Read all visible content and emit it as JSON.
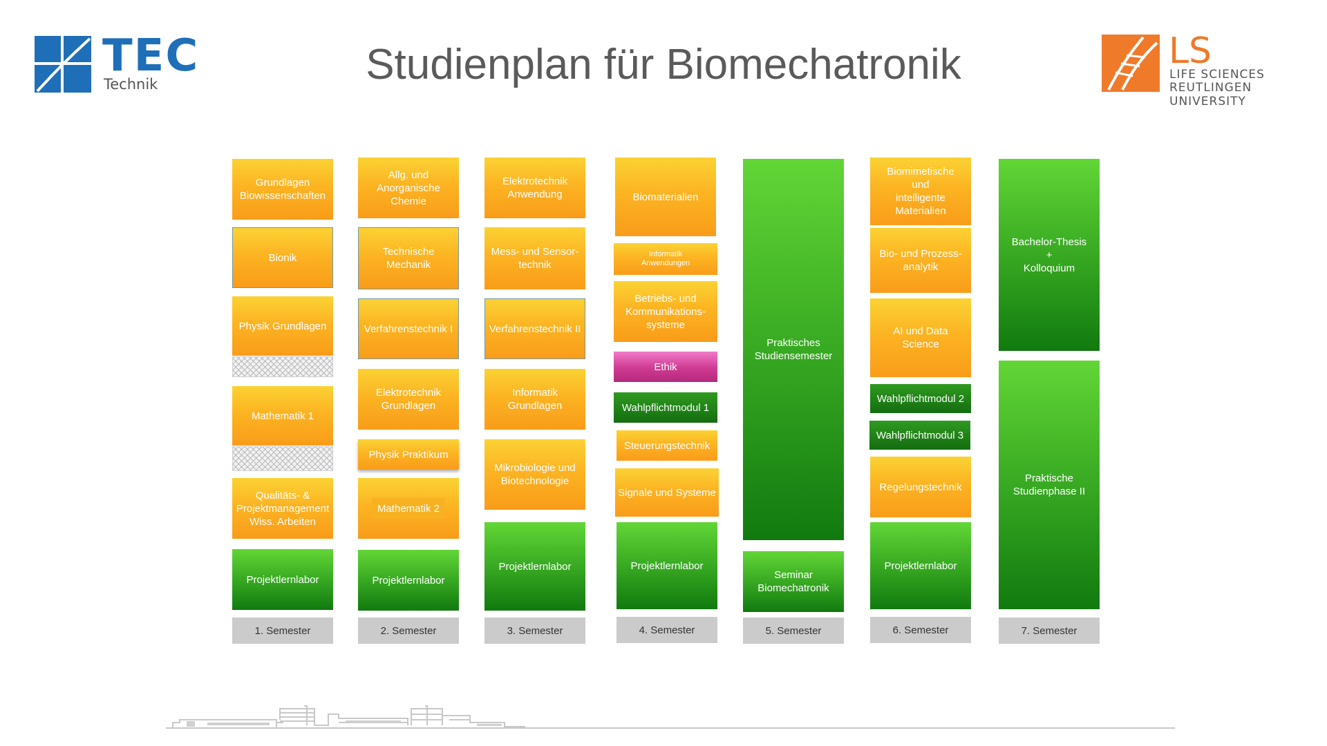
{
  "title": "Studienplan für Biomechatronik",
  "logos": {
    "tec_word": "TEC",
    "tec_sub": "Technik",
    "ls_word": "LS",
    "ls_line1": "LIFE SCIENCES",
    "ls_line2": "REUTLINGEN UNIVERSITY"
  },
  "colors": {
    "module_orange": "#fcb422",
    "module_green": "#3cae24",
    "ethics_pink": "#cf3a92",
    "semester_gray": "#cbcbcb",
    "tec_blue": "#1e6fb8",
    "ls_orange": "#ee7a2a"
  },
  "semesters": [
    {
      "label": "1. Semester",
      "modules": [
        {
          "name": "Grundlagen\nBiowissenschaften",
          "kind": "orange"
        },
        {
          "name": "Bionik",
          "kind": "orange"
        },
        {
          "name": "Physik Grundlagen",
          "kind": "orange"
        },
        {
          "name": "",
          "kind": "hatched"
        },
        {
          "name": "Mathematik 1",
          "kind": "orange"
        },
        {
          "name": "",
          "kind": "hatched"
        },
        {
          "name": "Qualitäts- &\nProjektmanagement\nWiss. Arbeiten",
          "kind": "orange"
        },
        {
          "name": "Projektlernlabor",
          "kind": "green"
        }
      ]
    },
    {
      "label": "2. Semester",
      "modules": [
        {
          "name": "Allg. und\nAnorganische\nChemie",
          "kind": "orange"
        },
        {
          "name": "Technische\nMechanik",
          "kind": "orange"
        },
        {
          "name": "Verfahrenstechnik I",
          "kind": "orange"
        },
        {
          "name": "Elektrotechnik\nGrundlagen",
          "kind": "orange"
        },
        {
          "name": "Physik Praktikum",
          "kind": "orange"
        },
        {
          "name": "Mathematik 2",
          "kind": "orange"
        },
        {
          "name": "Projektlernlabor",
          "kind": "green"
        }
      ]
    },
    {
      "label": "3. Semester",
      "modules": [
        {
          "name": "Elektrotechnik\nAnwendung",
          "kind": "orange"
        },
        {
          "name": "Mess- und Sensor-\ntechnik",
          "kind": "orange"
        },
        {
          "name": "Verfahrenstechnik II",
          "kind": "orange"
        },
        {
          "name": "Informatik\nGrundlagen",
          "kind": "orange"
        },
        {
          "name": "Mikrobiologie und\nBiotechnologie",
          "kind": "orange"
        },
        {
          "name": "Projektlernlabor",
          "kind": "green"
        }
      ]
    },
    {
      "label": "4. Semester",
      "modules": [
        {
          "name": "Biomaterialien",
          "kind": "orange"
        },
        {
          "name": "Informatik\nAnwendungen",
          "kind": "orange"
        },
        {
          "name": "Betriebs- und\nKommunikations-\nsysteme",
          "kind": "orange"
        },
        {
          "name": "Ethik",
          "kind": "pink"
        },
        {
          "name": "Wahlpflichtmodul 1",
          "kind": "green"
        },
        {
          "name": "Steuerungstechnik",
          "kind": "orange"
        },
        {
          "name": "Signale und Systeme",
          "kind": "orange"
        },
        {
          "name": "Projektlernlabor",
          "kind": "green"
        }
      ]
    },
    {
      "label": "5. Semester",
      "modules": [
        {
          "name": "Praktisches\nStudiensemester",
          "kind": "green"
        },
        {
          "name": "Seminar\nBiomechatronik",
          "kind": "green"
        }
      ]
    },
    {
      "label": "6. Semester",
      "modules": [
        {
          "name": "Biomimetische\nund\nintelligente\nMaterialien",
          "kind": "orange"
        },
        {
          "name": "Bio- und Prozess-\nanalytik",
          "kind": "orange"
        },
        {
          "name": "AI und Data\nScience",
          "kind": "orange"
        },
        {
          "name": "Wahlpflichtmodul 2",
          "kind": "green"
        },
        {
          "name": "Wahlpflichtmodul 3",
          "kind": "green"
        },
        {
          "name": "Regelungstechnik",
          "kind": "orange"
        },
        {
          "name": "Projektlernlabor",
          "kind": "green"
        }
      ]
    },
    {
      "label": "7. Semester",
      "modules": [
        {
          "name": "Bachelor-Thesis\n+\nKolloquium",
          "kind": "green"
        },
        {
          "name": "Praktische\nStudienphase II",
          "kind": "green"
        }
      ]
    }
  ]
}
